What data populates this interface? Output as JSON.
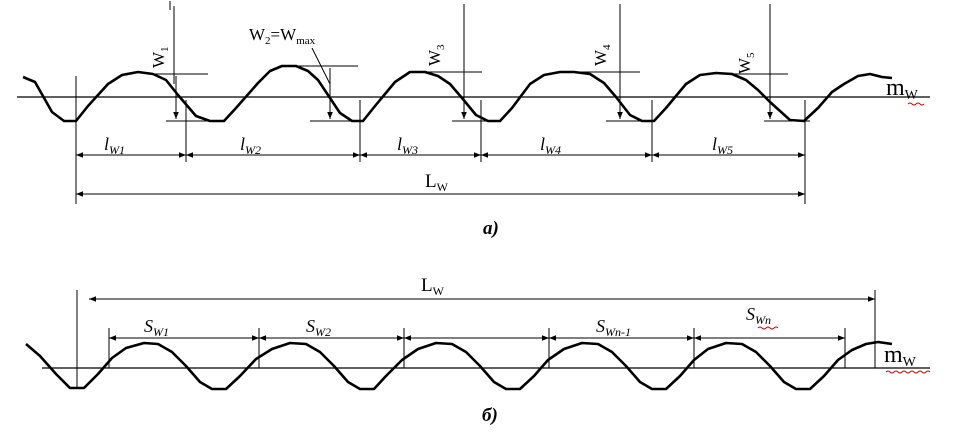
{
  "figure_a": {
    "caption": "а)",
    "mean_line_label": {
      "main": "m",
      "sub": "W"
    },
    "total_length_label": {
      "main": "L",
      "sub": "W"
    },
    "heights": [
      {
        "main": "W",
        "sub": "1"
      },
      {
        "main": "W",
        "sub": "2",
        "eq": "=W",
        "eq_sub": "max"
      },
      {
        "main": "W",
        "sub": "3"
      },
      {
        "main": "W",
        "sub": "4"
      },
      {
        "main": "W",
        "sub": "5"
      }
    ],
    "lengths": [
      {
        "main": "l",
        "sub": "W1"
      },
      {
        "main": "l",
        "sub": "W2"
      },
      {
        "main": "l",
        "sub": "W3"
      },
      {
        "main": "l",
        "sub": "W4"
      },
      {
        "main": "l",
        "sub": "W5"
      }
    ]
  },
  "figure_b": {
    "caption": "б)",
    "mean_line_label": {
      "main": "m",
      "sub": "W"
    },
    "total_length_label": {
      "main": "L",
      "sub": "W"
    },
    "spacings": [
      {
        "main": "S",
        "sub": "W1"
      },
      {
        "main": "S",
        "sub": "W2"
      },
      {
        "main": "",
        "sub": ""
      },
      {
        "main": "S",
        "sub": "Wn-1"
      },
      {
        "main": "S",
        "sub": "Wn"
      }
    ]
  }
}
